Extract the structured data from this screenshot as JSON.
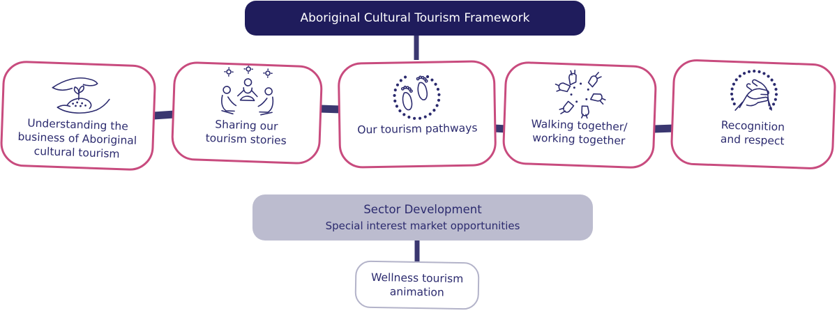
{
  "framework": {
    "title": "Aboriginal Cultural Tourism Framework"
  },
  "pillars": [
    {
      "id": "understanding",
      "icon": "hands-nurturing-sprout-icon",
      "lines": [
        "Understanding the",
        "business of Aboriginal",
        "cultural tourism"
      ]
    },
    {
      "id": "sharing",
      "icon": "people-sharing-stories-icon",
      "lines": [
        "Sharing our",
        "tourism stories"
      ]
    },
    {
      "id": "pathways",
      "icon": "footprints-circle-icon",
      "lines": [
        "Our tourism pathways"
      ]
    },
    {
      "id": "walking",
      "icon": "circle-of-hands-icon",
      "lines": [
        "Walking together/",
        "working together"
      ]
    },
    {
      "id": "recognition",
      "icon": "handshake-circle-icon",
      "lines": [
        "Recognition",
        "and respect"
      ]
    }
  ],
  "sector": {
    "title": "Sector Development",
    "subtitle": "Special interest market opportunities"
  },
  "wellness": {
    "lines": [
      "Wellness tourism",
      "animation"
    ]
  },
  "colors": {
    "navy": "#1f1c5c",
    "text": "#2b2a6e",
    "pink_border": "#c84b7e",
    "connector": "#3a3770",
    "sector_fill": "#bcbccf",
    "wellness_border": "#b3b3c9"
  }
}
